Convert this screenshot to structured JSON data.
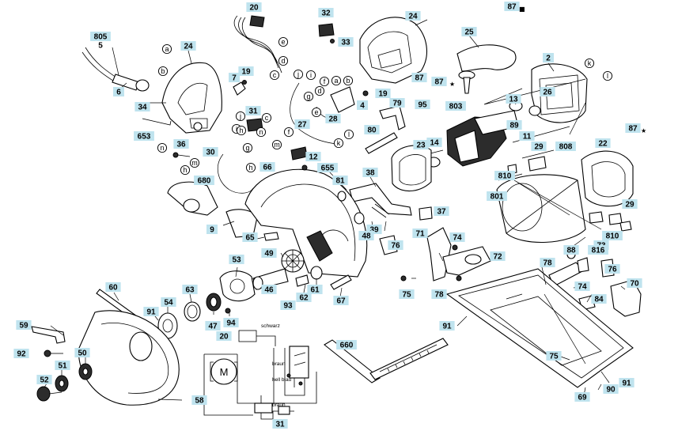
{
  "diagram": {
    "part_tags": [
      {
        "id": "t-805",
        "label": "805"
      },
      {
        "id": "t-5",
        "label": "5",
        "plain": true
      },
      {
        "id": "t-6",
        "label": "6"
      },
      {
        "id": "t-24a",
        "label": "24"
      },
      {
        "id": "t-34",
        "label": "34"
      },
      {
        "id": "t-20a",
        "label": "20"
      },
      {
        "id": "t-7",
        "label": "7"
      },
      {
        "id": "t-19a",
        "label": "19"
      },
      {
        "id": "t-32",
        "label": "32"
      },
      {
        "id": "t-33",
        "label": "33"
      },
      {
        "id": "t-24b",
        "label": "24"
      },
      {
        "id": "t-87a",
        "label": "87"
      },
      {
        "id": "t-87b",
        "label": "87"
      },
      {
        "id": "t-25",
        "label": "25"
      },
      {
        "id": "t-87c",
        "label": "87"
      },
      {
        "id": "t-2",
        "label": "2"
      },
      {
        "id": "t-31a",
        "label": "31"
      },
      {
        "id": "t-653",
        "label": "653"
      },
      {
        "id": "t-36",
        "label": "36"
      },
      {
        "id": "t-4",
        "label": "4"
      },
      {
        "id": "t-19b",
        "label": "19"
      },
      {
        "id": "t-28",
        "label": "28"
      },
      {
        "id": "t-79",
        "label": "79"
      },
      {
        "id": "t-95",
        "label": "95"
      },
      {
        "id": "t-803",
        "label": "803"
      },
      {
        "id": "t-13",
        "label": "13"
      },
      {
        "id": "t-26",
        "label": "26"
      },
      {
        "id": "t-89",
        "label": "89"
      },
      {
        "id": "t-11",
        "label": "11"
      },
      {
        "id": "t-87d",
        "label": "87"
      },
      {
        "id": "t-27",
        "label": "27"
      },
      {
        "id": "t-80",
        "label": "80"
      },
      {
        "id": "t-23",
        "label": "23"
      },
      {
        "id": "t-14",
        "label": "14"
      },
      {
        "id": "t-30",
        "label": "30"
      },
      {
        "id": "t-12",
        "label": "12"
      },
      {
        "id": "t-66",
        "label": "66"
      },
      {
        "id": "t-655",
        "label": "655"
      },
      {
        "id": "t-29a",
        "label": "29"
      },
      {
        "id": "t-808",
        "label": "808"
      },
      {
        "id": "t-22",
        "label": "22"
      },
      {
        "id": "t-810a",
        "label": "810"
      },
      {
        "id": "t-680",
        "label": "680"
      },
      {
        "id": "t-38",
        "label": "38"
      },
      {
        "id": "t-81",
        "label": "81"
      },
      {
        "id": "t-801",
        "label": "801"
      },
      {
        "id": "t-29b",
        "label": "29"
      },
      {
        "id": "t-37",
        "label": "37"
      },
      {
        "id": "t-9",
        "label": "9"
      },
      {
        "id": "t-39",
        "label": "39"
      },
      {
        "id": "t-48",
        "label": "48"
      },
      {
        "id": "t-71",
        "label": "71"
      },
      {
        "id": "t-74a",
        "label": "74"
      },
      {
        "id": "t-810b",
        "label": "810"
      },
      {
        "id": "t-65",
        "label": "65"
      },
      {
        "id": "t-76a",
        "label": "76"
      },
      {
        "id": "t-73",
        "label": "73"
      },
      {
        "id": "t-88",
        "label": "88"
      },
      {
        "id": "t-816",
        "label": "816"
      },
      {
        "id": "t-49",
        "label": "49"
      },
      {
        "id": "t-72",
        "label": "72"
      },
      {
        "id": "t-78a",
        "label": "78"
      },
      {
        "id": "t-53",
        "label": "53"
      },
      {
        "id": "t-76b",
        "label": "76"
      },
      {
        "id": "t-46",
        "label": "46"
      },
      {
        "id": "t-62",
        "label": "62"
      },
      {
        "id": "t-61",
        "label": "61"
      },
      {
        "id": "t-74b",
        "label": "74"
      },
      {
        "id": "t-70",
        "label": "70"
      },
      {
        "id": "t-60",
        "label": "60"
      },
      {
        "id": "t-63",
        "label": "63"
      },
      {
        "id": "t-93",
        "label": "93"
      },
      {
        "id": "t-67",
        "label": "67"
      },
      {
        "id": "t-75a",
        "label": "75"
      },
      {
        "id": "t-78b",
        "label": "78"
      },
      {
        "id": "t-84",
        "label": "84"
      },
      {
        "id": "t-54",
        "label": "54"
      },
      {
        "id": "t-91a",
        "label": "91"
      },
      {
        "id": "t-47",
        "label": "47"
      },
      {
        "id": "t-94",
        "label": "94"
      },
      {
        "id": "t-59",
        "label": "59"
      },
      {
        "id": "t-91b",
        "label": "91"
      },
      {
        "id": "t-20b",
        "label": "20"
      },
      {
        "id": "t-660",
        "label": "660"
      },
      {
        "id": "t-92",
        "label": "92"
      },
      {
        "id": "t-50",
        "label": "50"
      },
      {
        "id": "t-75b",
        "label": "75"
      },
      {
        "id": "t-51",
        "label": "51"
      },
      {
        "id": "t-52",
        "label": "52"
      },
      {
        "id": "t-69",
        "label": "69"
      },
      {
        "id": "t-90",
        "label": "90"
      },
      {
        "id": "t-91c",
        "label": "91"
      },
      {
        "id": "t-58",
        "label": "58"
      },
      {
        "id": "t-31b",
        "label": "31"
      }
    ],
    "circle_labels": [
      {
        "id": "c-a1",
        "label": "a"
      },
      {
        "id": "c-b1",
        "label": "b"
      },
      {
        "id": "c-e1",
        "label": "e"
      },
      {
        "id": "c-d1",
        "label": "d"
      },
      {
        "id": "c-c1",
        "label": "c"
      },
      {
        "id": "c-k1",
        "label": "k"
      },
      {
        "id": "c-l1",
        "label": "l"
      },
      {
        "id": "c-i1",
        "label": "i"
      },
      {
        "id": "c-j1",
        "label": "j"
      },
      {
        "id": "c-f1",
        "label": "f"
      },
      {
        "id": "c-a2",
        "label": "a"
      },
      {
        "id": "c-b2",
        "label": "b"
      },
      {
        "id": "c-g1",
        "label": "g"
      },
      {
        "id": "c-d2",
        "label": "d"
      },
      {
        "id": "c-e2",
        "label": "e"
      },
      {
        "id": "c-j2",
        "label": "j"
      },
      {
        "id": "c-c2",
        "label": "c"
      },
      {
        "id": "c-i2",
        "label": "i"
      },
      {
        "id": "c-h1",
        "label": "h"
      },
      {
        "id": "c-n1",
        "label": "n"
      },
      {
        "id": "c-f2",
        "label": "f"
      },
      {
        "id": "c-k2",
        "label": "k"
      },
      {
        "id": "c-l2",
        "label": "l"
      },
      {
        "id": "c-n2",
        "label": "n"
      },
      {
        "id": "c-m1",
        "label": "m"
      },
      {
        "id": "c-h2",
        "label": "h"
      },
      {
        "id": "c-g2",
        "label": "g"
      },
      {
        "id": "c-h3",
        "label": "h"
      },
      {
        "id": "c-m2",
        "label": "m"
      }
    ],
    "markers": {
      "square": "■",
      "star": "★"
    },
    "wiring": {
      "motor": "M",
      "wire_labels": [
        {
          "id": "w-schwarz",
          "label": "schwarz"
        },
        {
          "id": "w-braun1",
          "label": "braun"
        },
        {
          "id": "w-hellblau",
          "label": "hell blau"
        },
        {
          "id": "w-braun2",
          "label": "braun"
        }
      ]
    }
  }
}
